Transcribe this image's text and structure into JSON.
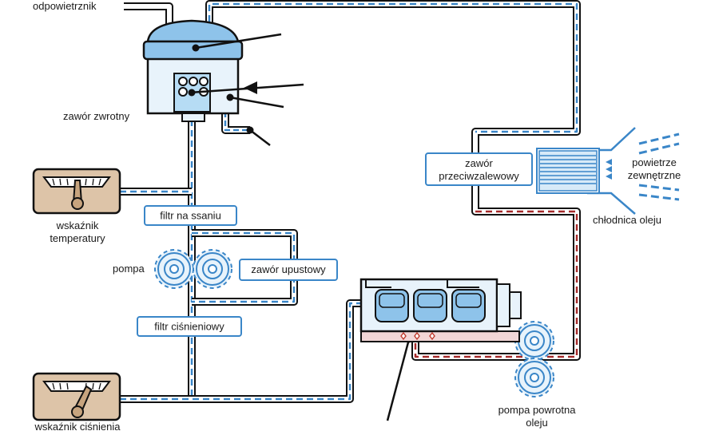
{
  "labels": {
    "vent": "odpowietrznik",
    "check_valve": "zawór zwrotny",
    "temp_gauge_1": "wskaźnik",
    "temp_gauge_2": "temperatury",
    "pump": "pompa",
    "pressure_gauge": "wskaźnik ciśnienia",
    "cooler": "chłodnica oleju",
    "air_1": "powietrze",
    "air_2": "zewnętrzne",
    "return_pump_1": "pompa powrotna",
    "return_pump_2": "oleju"
  },
  "boxes": {
    "suction_filter": "filtr na ssaniu",
    "relief_valve": "zawór upustowy",
    "pressure_filter": "filtr ciśnieniowy",
    "bypass_1": "zawór",
    "bypass_2": "przeciwzalewowy"
  },
  "colors": {
    "pipe_blue": "#3a86c8",
    "pipe_red": "#a52a2a",
    "tank_fill": "#8ec3ea",
    "light_fill": "#e8f3fb",
    "gauge_fill": "#ddc4a8",
    "box_border": "#3a86c8"
  }
}
